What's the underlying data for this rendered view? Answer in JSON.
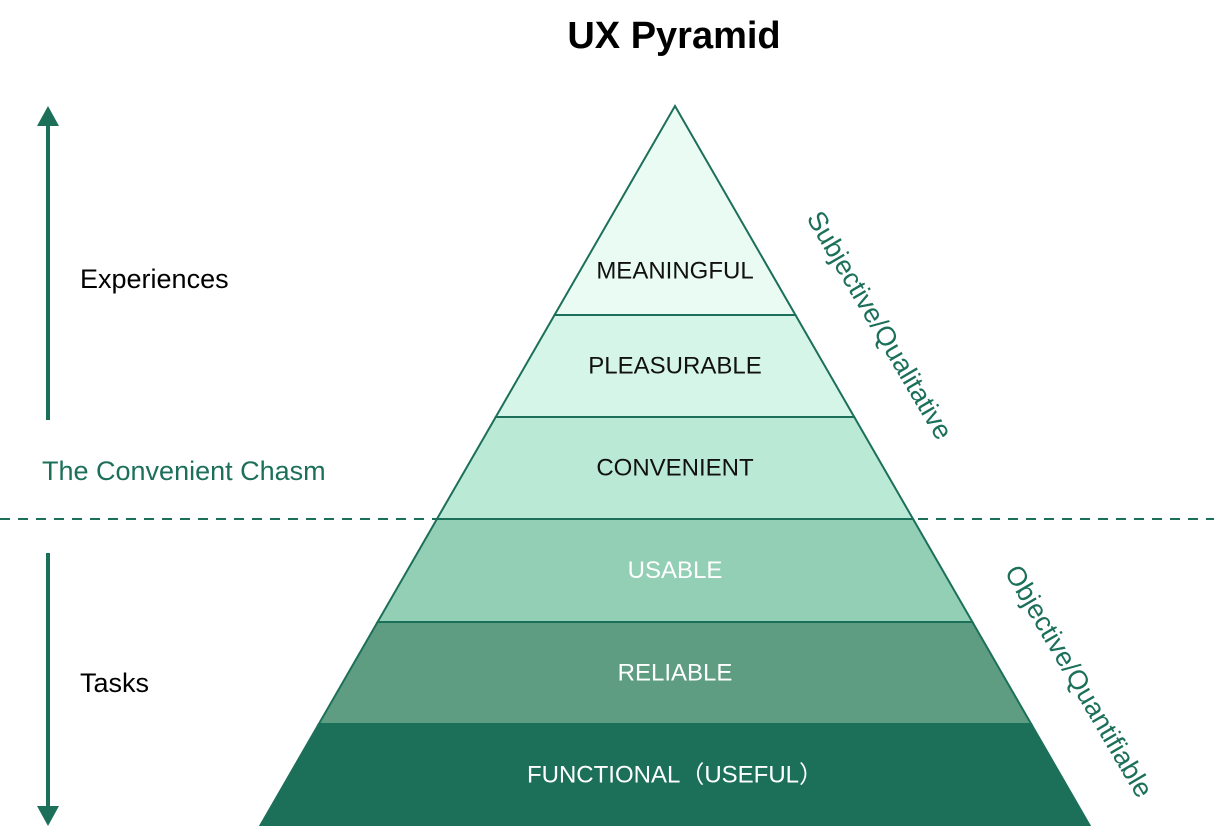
{
  "title": "UX Pyramid",
  "layers": [
    {
      "label": "MEANINGFUL",
      "fill": "#eafbf4",
      "text_color": "#111111"
    },
    {
      "label": "PLEASURABLE",
      "fill": "#d6f5e9",
      "text_color": "#111111"
    },
    {
      "label": "CONVENIENT",
      "fill": "#bae9d6",
      "text_color": "#111111"
    },
    {
      "label": "USABLE",
      "fill": "#92cfb5",
      "text_color": "#ffffff"
    },
    {
      "label": "RELIABLE",
      "fill": "#5e9d82",
      "text_color": "#ffffff"
    },
    {
      "label": "FUNCTIONAL（USEFUL）",
      "fill": "#1c705a",
      "text_color": "#ffffff"
    }
  ],
  "left_labels": {
    "experiences": "Experiences",
    "chasm": "The Convenient Chasm",
    "tasks": "Tasks"
  },
  "right_labels": {
    "subjective": "Subjective/Qualitative",
    "objective": "Objective/Quantifiable"
  },
  "colors": {
    "accent": "#1c705a",
    "outline": "#1c705a"
  }
}
